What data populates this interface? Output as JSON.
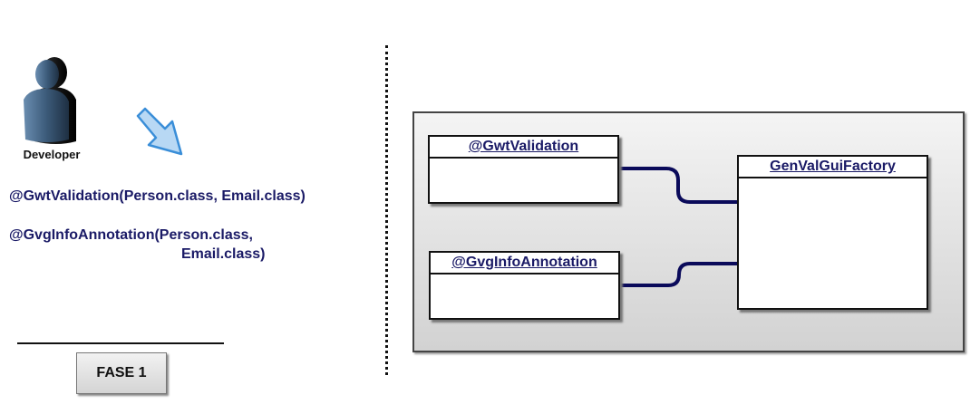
{
  "left": {
    "developer_label": "Developer",
    "code_lines": [
      "@GwtValidation(Person.class, Email.class)",
      "@GvgInfoAnnotation(Person.class,",
      "Email.class)"
    ],
    "phase_button_label": "FASE 1",
    "icons": [
      "developer-icon",
      "arrow-down-right-icon"
    ]
  },
  "diagram": {
    "boxes": {
      "gwt_validation": "@GwtValidation",
      "gvg_info_annotation": "@GvgInfoAnnotation",
      "gen_val_gui_factory": "GenValGuiFactory"
    },
    "connections": [
      {
        "from": "@GwtValidation",
        "to": "GenValGuiFactory"
      },
      {
        "from": "@GvgInfoAnnotation",
        "to": "GenValGuiFactory"
      }
    ]
  },
  "colors": {
    "code_text": "#1a1a66",
    "connector": "#0a0a5a",
    "arrow_fill": "#b8d8f4",
    "arrow_stroke": "#3a8ed8",
    "developer": "#3c5b7a"
  }
}
